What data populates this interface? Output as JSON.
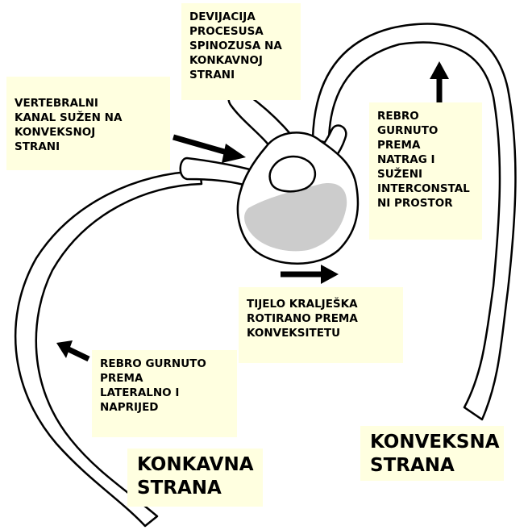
{
  "colors": {
    "note_background": "#ffffe0",
    "outline": "#000000",
    "vertebral_body_fill": "#cccccc"
  },
  "labels": {
    "devijacija": "DEVIJACIJA\nPROCESUSA\nSPINOZUSA NA\nKONKAVNOJ\nSTRANI",
    "vertebralni_kanal": "VERTEBRALNI\nKANAL SUŽEN NA\nKONVEKSNOJ\nSTRANI",
    "rebro_natrag": "REBRO\nGURNUTO\nPREMA\nNATRAG I\nSUŽENI\nINTERCONSTAL\nNI PROSTOR",
    "tijelo_kraljeska": "TIJELO KRALJEŠKA\nROTIRANO PREMA\nKONVEKSITETU",
    "rebro_lateralno": "REBRO GURNUTO\nPREMA\nLATERALNO I\nNAPRIJED",
    "konkavna_strana": "KONKAVNA\nSTRANA",
    "konveksna_strana": "KONVEKSNA\nSTRANA"
  }
}
